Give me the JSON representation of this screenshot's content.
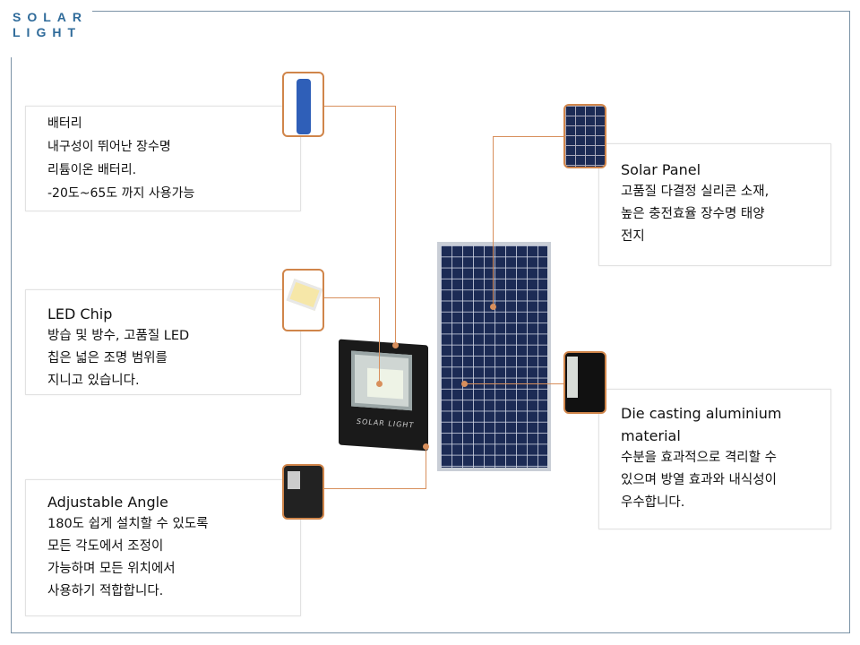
{
  "logo": {
    "line1": "SOLAR",
    "line2": "LIGHT"
  },
  "product_label": "SOLAR LIGHT",
  "features": [
    {
      "title": "배터리",
      "lines": [
        "내구성이 뛰어난 장수명",
        "리튬이온 배터리.",
        "-20도~65도 까지 사용가능"
      ],
      "icon": "battery-icon"
    },
    {
      "title": "LED Chip",
      "lines": [
        "방습 및 방수, 고품질 LED",
        "칩은 넓은 조명 범위를",
        "지니고 있습니다."
      ],
      "icon": "led-chip-icon"
    },
    {
      "title": "Adjustable Angle",
      "lines": [
        "180도 쉽게 설치할 수 있도록",
        "모든 각도에서 조정이",
        "가능하며 모든 위치에서",
        "사용하기 적합합니다."
      ],
      "icon": "bracket-icon"
    },
    {
      "title": "Solar Panel",
      "lines": [
        "고품질 다결정 실리콘 소재,",
        "높은 충전효율 장수명 태양",
        "전지"
      ],
      "icon": "solar-cell-icon"
    },
    {
      "title": "Die casting aluminium",
      "lines": [
        "material",
        "수분을 효과적으로 격리할 수",
        "있으며 방열 효과와 내식성이",
        "우수합니다."
      ],
      "icon": "housing-icon"
    }
  ],
  "colors": {
    "accent": "#d88f5c",
    "frame": "#7b92a6",
    "logo": "#2f6b9a"
  }
}
